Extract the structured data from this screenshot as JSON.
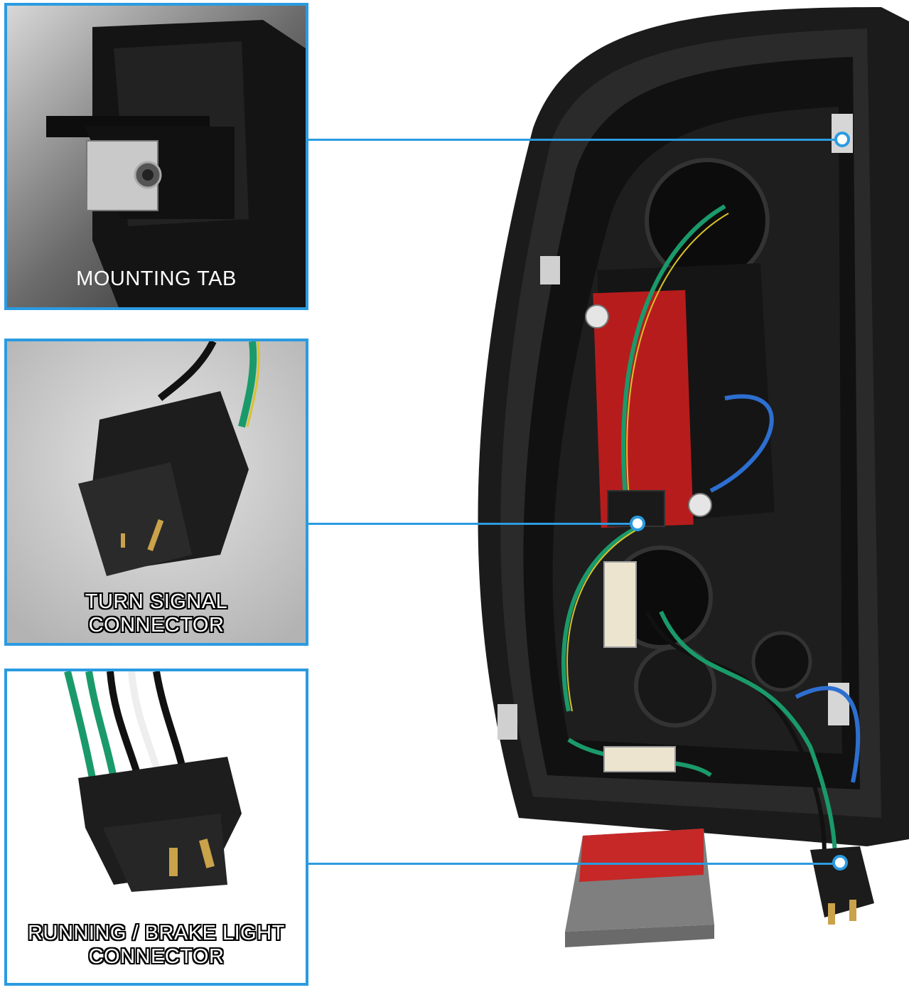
{
  "callouts": [
    {
      "id": "mount",
      "label_lines": [
        "MOUNTING TAB"
      ]
    },
    {
      "id": "turn",
      "label_lines": [
        "TURN SIGNAL",
        "CONNECTOR"
      ]
    },
    {
      "id": "run",
      "label_lines": [
        "RUNNING / BRAKE LIGHT",
        "CONNECTOR"
      ]
    }
  ],
  "colors": {
    "accent": "#2b9be0",
    "housing": "#1a1a1a",
    "wire_green": "#1a9a6a",
    "wire_blue": "#2d6fd0",
    "wire_yellow": "#d9c22a"
  },
  "icons": [
    "mounting-tab-photo",
    "turn-signal-connector-photo",
    "running-brake-connector-photo",
    "tail-light-housing"
  ]
}
